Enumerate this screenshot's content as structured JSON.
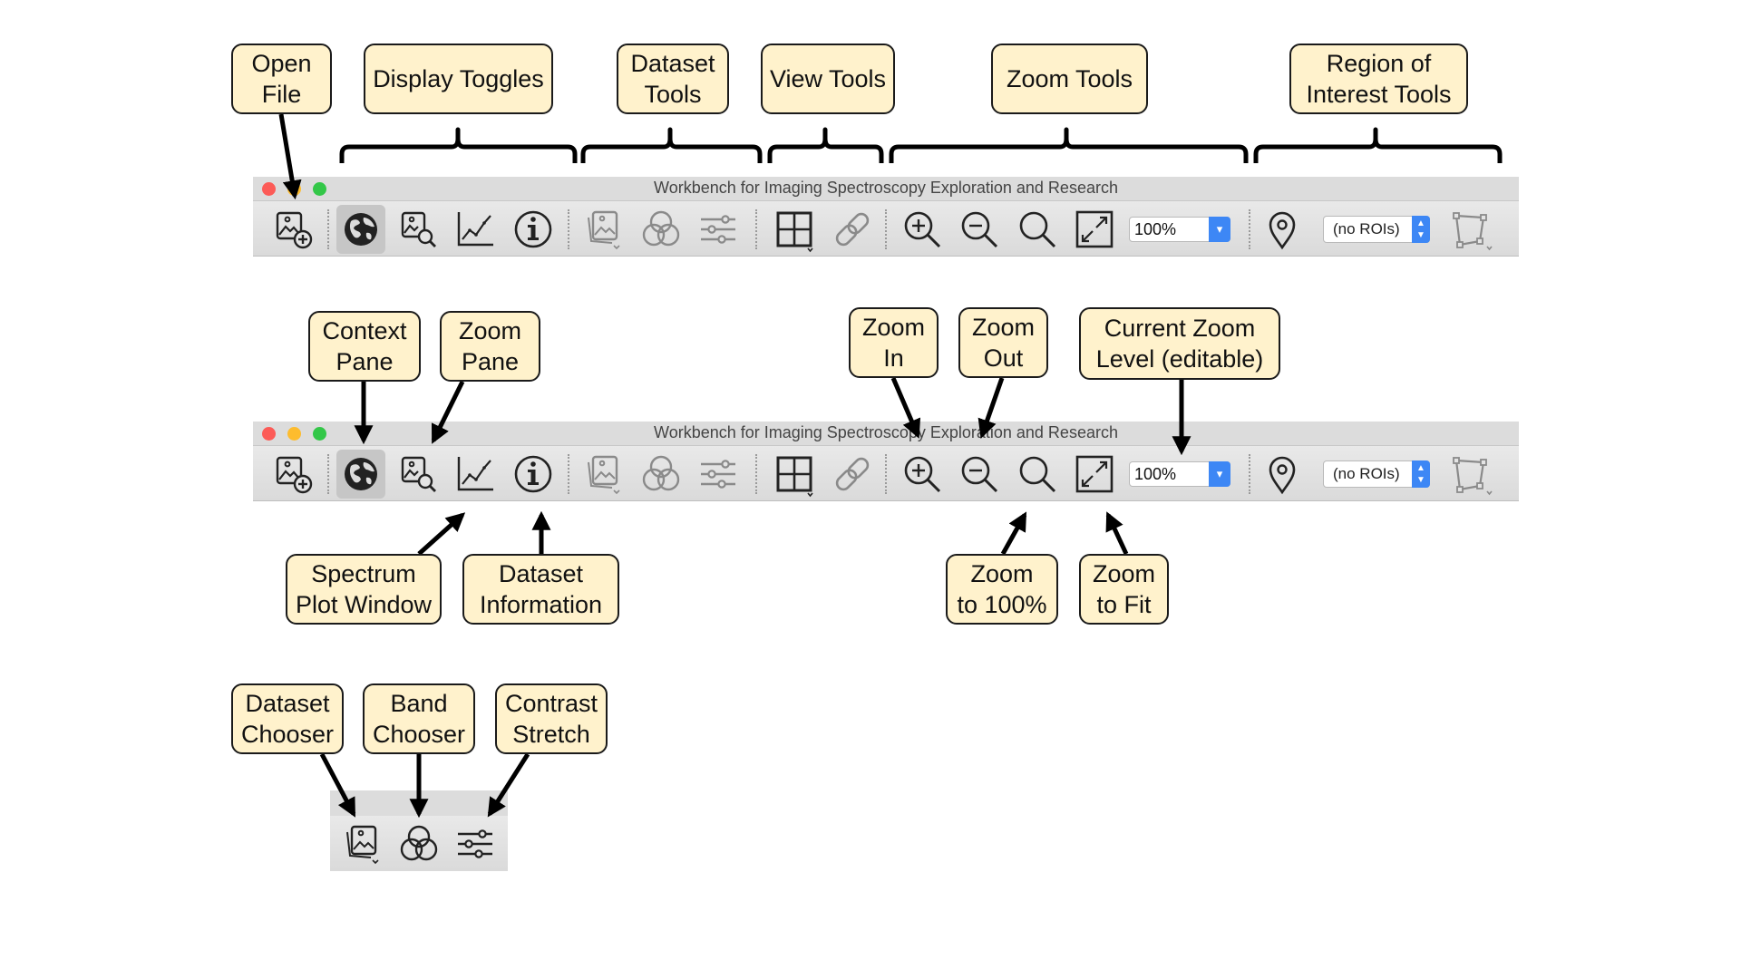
{
  "window_title": "Workbench for Imaging Spectroscopy Exploration and Research",
  "zoom_level": "100%",
  "roi_select": "(no ROIs)",
  "labels": {
    "open_file": "Open\nFile",
    "display_toggles": "Display Toggles",
    "dataset_tools": "Dataset\nTools",
    "view_tools": "View Tools",
    "zoom_tools": "Zoom Tools",
    "roi_tools": "Region of\nInterest Tools",
    "context_pane": "Context\nPane",
    "zoom_pane": "Zoom\nPane",
    "zoom_in": "Zoom\nIn",
    "zoom_out": "Zoom\nOut",
    "current_zoom": "Current Zoom\nLevel (editable)",
    "spectrum_plot": "Spectrum\nPlot Window",
    "dataset_info": "Dataset\nInformation",
    "zoom_100": "Zoom\nto 100%",
    "zoom_fit": "Zoom\nto Fit",
    "dataset_chooser": "Dataset\nChooser",
    "band_chooser": "Band\nChooser",
    "contrast_stretch": "Contrast\nStretch"
  },
  "colors": {
    "label_fill": "#fff2cc",
    "label_border": "#1a1a1a",
    "select_accent": "#3d87f5",
    "traffic_red": "#fc5b57",
    "traffic_yellow": "#fdbc2e",
    "traffic_green": "#33c748"
  }
}
